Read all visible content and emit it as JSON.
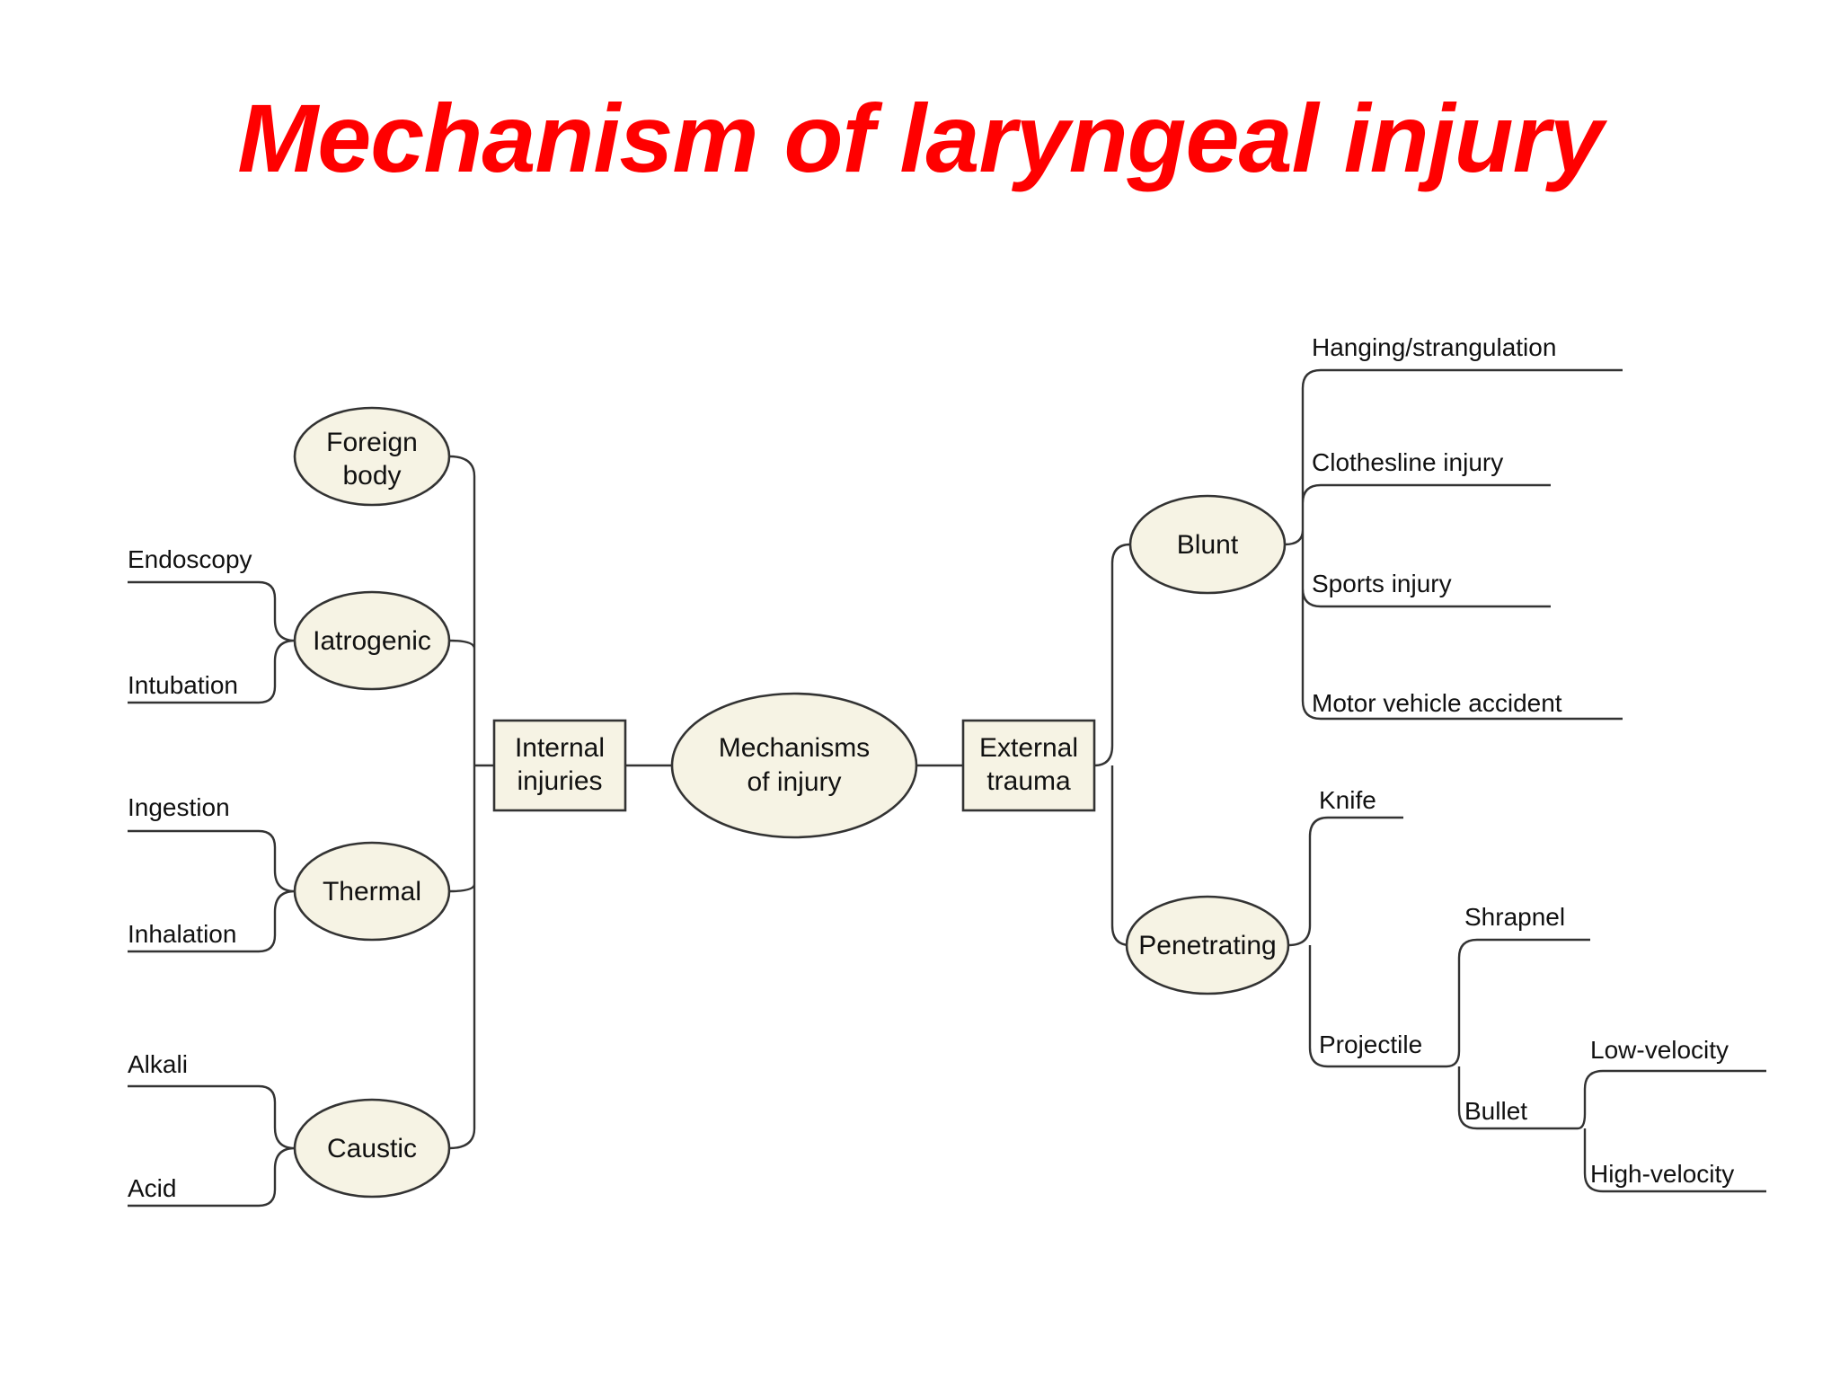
{
  "title": "Mechanism of laryngeal injury",
  "diagram": {
    "center": [
      "Mechanisms",
      "of injury"
    ],
    "internal": [
      "Internal",
      "injuries"
    ],
    "external": [
      "External",
      "trauma"
    ],
    "internal_nodes": {
      "foreign_body": [
        "Foreign",
        "body"
      ],
      "iatrogenic": "Iatrogenic",
      "thermal": "Thermal",
      "caustic": "Caustic"
    },
    "internal_leaves": {
      "endoscopy": "Endoscopy",
      "intubation": "Intubation",
      "ingestion": "Ingestion",
      "inhalation": "Inhalation",
      "alkali": "Alkali",
      "acid": "Acid"
    },
    "external_nodes": {
      "blunt": "Blunt",
      "penetrating": "Penetrating"
    },
    "blunt_leaves": {
      "hanging": "Hanging/strangulation",
      "clothesline": "Clothesline injury",
      "sports": "Sports injury",
      "motor": "Motor vehicle accident"
    },
    "penetrating_leaves": {
      "knife": "Knife",
      "projectile": "Projectile",
      "shrapnel": "Shrapnel",
      "bullet": "Bullet",
      "low_velocity": "Low-velocity",
      "high_velocity": "High-velocity"
    },
    "colors": {
      "title": "#ff0000",
      "node_fill": "#f6f3e4",
      "line": "#333333"
    }
  }
}
